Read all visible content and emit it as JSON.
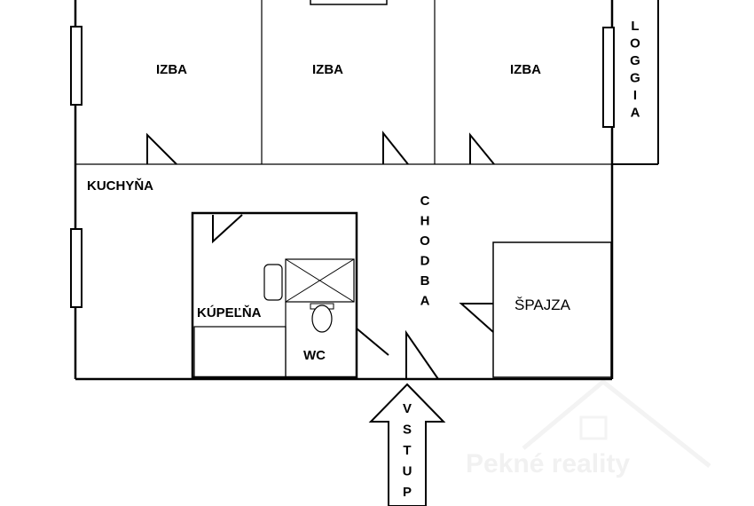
{
  "rooms": {
    "izba_1": "IZBA",
    "izba_2": "IZBA",
    "izba_3": "IZBA",
    "loggia": "LOGGIA",
    "kuchyna": "KUCHYŇA",
    "chodba": "CHODBA",
    "kupelna": "KÚPEĽŇA",
    "wc": "WC",
    "spajza": "ŠPAJZA"
  },
  "entrance": {
    "label": "VSTUP"
  },
  "watermark": {
    "text": "Pekné reality"
  },
  "colors": {
    "walls": "#000000",
    "background": "#ffffff",
    "watermark": "#f1f1f1"
  }
}
